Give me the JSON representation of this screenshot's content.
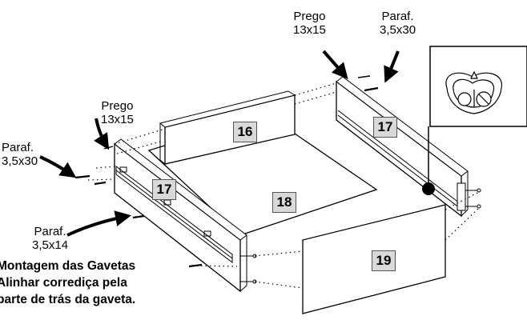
{
  "labels": {
    "prego_top": [
      "Prego",
      "13x15"
    ],
    "paraf_top": [
      "Paraf.",
      "3,5x30"
    ],
    "prego_left": [
      "Prego",
      "13x15"
    ],
    "paraf_left": [
      "Paraf.",
      "3,5x30"
    ],
    "paraf_bottom": [
      "Paraf.",
      "3,5x14"
    ]
  },
  "parts": {
    "panel_16": "16",
    "panel_17_right": "17",
    "panel_17_left": "17",
    "panel_18": "18",
    "panel_19": "19"
  },
  "caption": [
    "Montagem das Gavetas",
    "Alinhar corrediça pela",
    "parte de trás da gaveta."
  ],
  "colors": {
    "line": "#000000",
    "panel_fill": "#ffffff",
    "tag_fill": "#d9d9d9",
    "bottom_fill": "#ffffff"
  },
  "icons": [
    "arrow-icon",
    "nail-icon",
    "screw-icon",
    "cam-lock-detail-icon",
    "drawer-slide-icon"
  ]
}
